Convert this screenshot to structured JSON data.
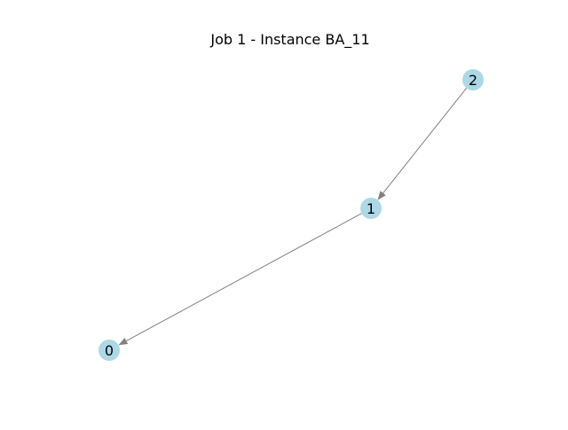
{
  "title": "Job 1 - Instance BA_11",
  "colors": {
    "node_fill": "#add8e6",
    "edge": "#808080",
    "text": "#000000",
    "background": "#ffffff"
  },
  "nodes": [
    {
      "id": "0",
      "label": "0"
    },
    {
      "id": "1",
      "label": "1"
    },
    {
      "id": "2",
      "label": "2"
    }
  ],
  "edges": [
    {
      "from": "2",
      "to": "1"
    },
    {
      "from": "1",
      "to": "0"
    }
  ]
}
